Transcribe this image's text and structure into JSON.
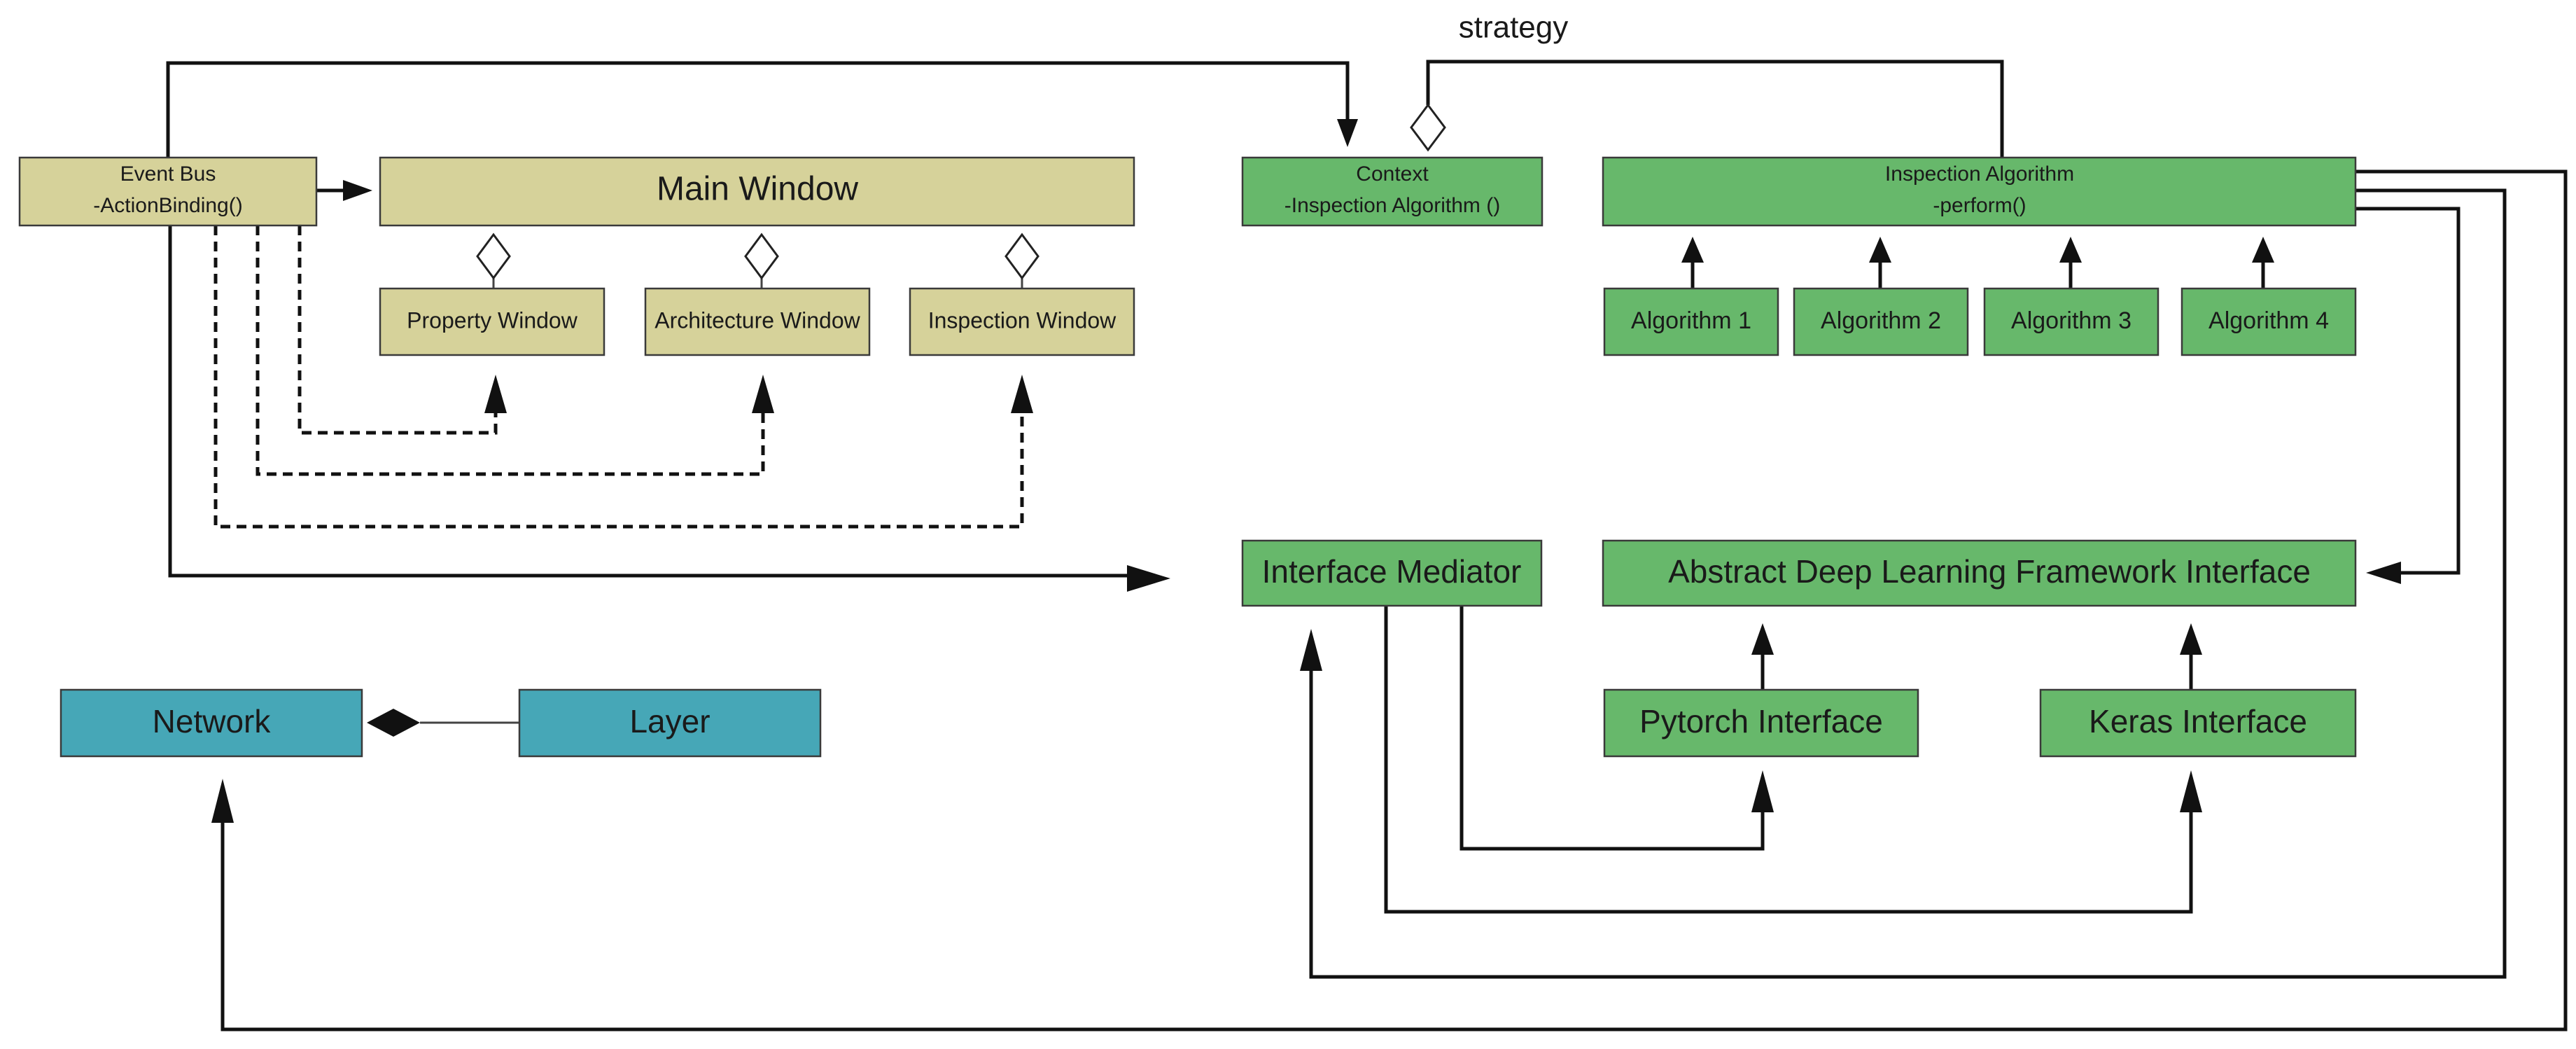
{
  "nodes": {
    "event_bus": {
      "line1": "Event Bus",
      "line2": "-ActionBinding()"
    },
    "main_window": {
      "label": "Main Window"
    },
    "property_window": {
      "label": "Property Window"
    },
    "architecture_window": {
      "label": "Architecture Window"
    },
    "inspection_window": {
      "label": "Inspection Window"
    },
    "context": {
      "line1": "Context",
      "line2": "-Inspection Algorithm ()"
    },
    "inspection_algorithm": {
      "line1": "Inspection Algorithm",
      "line2": "-perform()"
    },
    "algorithm_1": {
      "label": "Algorithm 1"
    },
    "algorithm_2": {
      "label": "Algorithm 2"
    },
    "algorithm_3": {
      "label": "Algorithm 3"
    },
    "algorithm_4": {
      "label": "Algorithm 4"
    },
    "interface_mediator": {
      "label": "Interface Mediator"
    },
    "abstract_dl_interface": {
      "label": "Abstract Deep Learning Framework Interface"
    },
    "pytorch_interface": {
      "label": "Pytorch Interface"
    },
    "keras_interface": {
      "label": "Keras Interface"
    },
    "network": {
      "label": "Network"
    },
    "layer": {
      "label": "Layer"
    }
  },
  "labels": {
    "strategy": "strategy"
  },
  "colors": {
    "olive": "#d6d29a",
    "green": "#67b86b",
    "teal": "#46a7b7",
    "line": "#111111"
  }
}
